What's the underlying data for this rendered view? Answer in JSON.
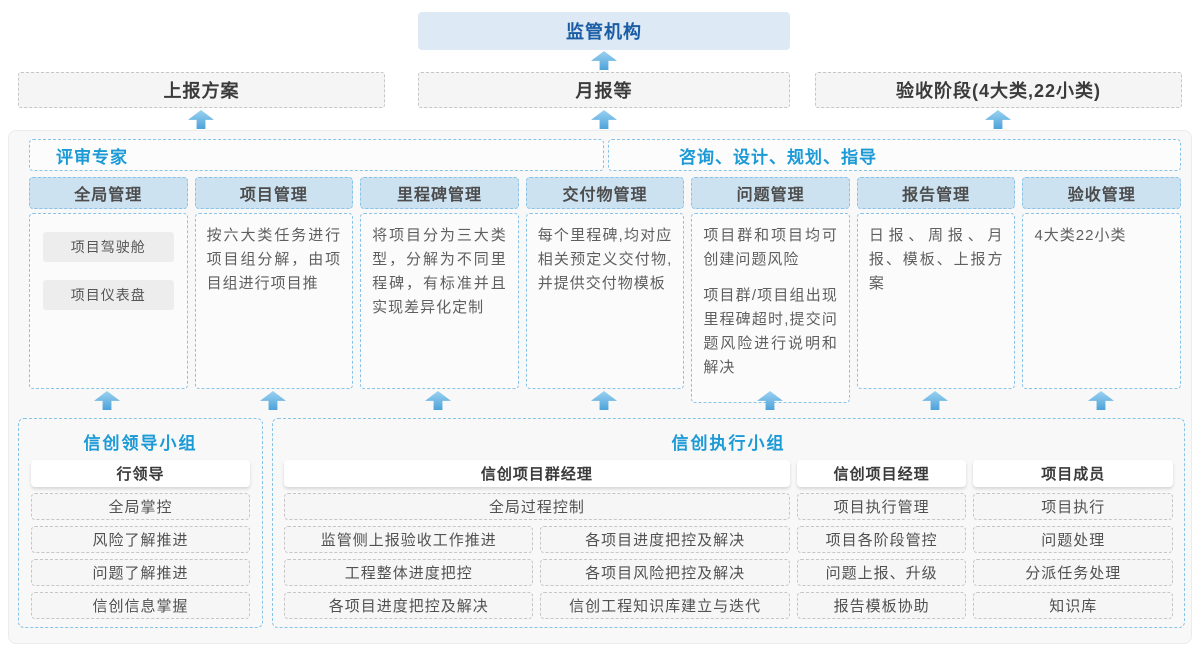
{
  "colors": {
    "accent_blue": "#1b9ad6",
    "dark_blue": "#1b5da4",
    "arrow_blue": "#4da2d9",
    "column_header_fill": "#cde2f1",
    "dashed_blue_border": "#88c3e8"
  },
  "top": {
    "regulator": "监管机构",
    "boxes": [
      "上报方案",
      "月报等",
      "验收阶段(4大类,22小类)"
    ]
  },
  "panel": {
    "experts_label": "评审专家",
    "consult_label": "咨询、设计、规划、指导",
    "columns": [
      {
        "title": "全局管理",
        "chips": [
          "项目驾驶舱",
          "项目仪表盘"
        ]
      },
      {
        "title": "项目管理",
        "paragraphs": [
          "按六大类任务进行项目组分解，由项目组进行项目推"
        ]
      },
      {
        "title": "里程碑管理",
        "paragraphs": [
          "将项目分为三大类型，分解为不同里程碑，有标准并且实现差异化定制"
        ]
      },
      {
        "title": "交付物管理",
        "paragraphs": [
          "每个里程碑,均对应相关预定义交付物,并提供交付物模板"
        ]
      },
      {
        "title": "问题管理",
        "paragraphs": [
          "项目群和项目均可创建问题风险",
          "项目群/项目组出现里程碑超时,提交问题风险进行说明和解决"
        ]
      },
      {
        "title": "报告管理",
        "paragraphs": [
          "日报、周报、月报、模板、上报方案"
        ]
      },
      {
        "title": "验收管理",
        "paragraphs": [
          "4大类22小类"
        ]
      }
    ]
  },
  "bottom": {
    "leader_group": {
      "title": "信创领导小组",
      "role": "行领导",
      "items": [
        "全局掌控",
        "风险了解推进",
        "问题了解推进",
        "信创信息掌握"
      ]
    },
    "exec_group": {
      "title": "信创执行小组",
      "pm_group": {
        "role": "信创项目群经理",
        "full_item": "全局过程控制",
        "left_items": [
          "监管侧上报验收工作推进",
          "工程整体进度把控",
          "各项目进度把控及解决"
        ],
        "right_items": [
          "各项目进度把控及解决",
          "各项目风险把控及解决",
          "信创工程知识库建立与迭代"
        ]
      },
      "pm": {
        "role": "信创项目经理",
        "items": [
          "项目执行管理",
          "项目各阶段管控",
          "问题上报、升级",
          "报告模板协助"
        ]
      },
      "member": {
        "role": "项目成员",
        "items": [
          "项目执行",
          "问题处理",
          "分派任务处理",
          "知识库"
        ]
      }
    }
  }
}
